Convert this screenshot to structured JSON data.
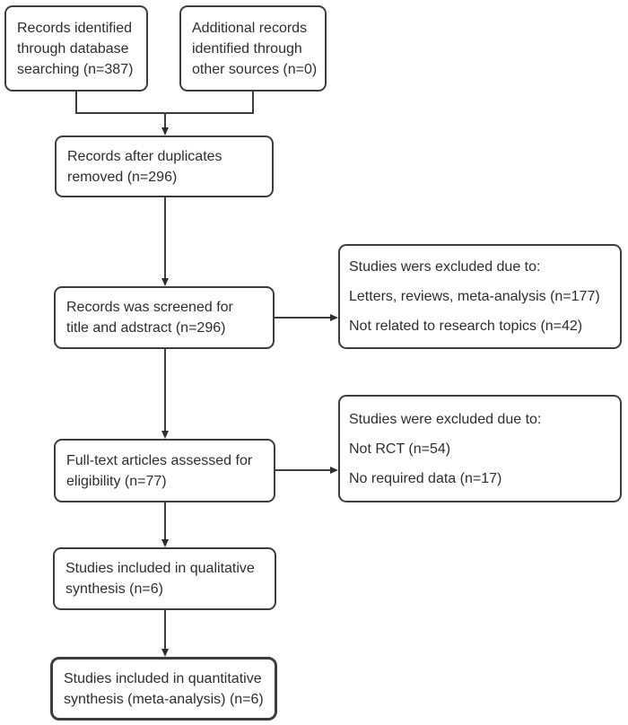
{
  "colors": {
    "background": "#ffffff",
    "border": "#3d3d3d",
    "text": "#2e2e2e",
    "connector": "#3d3d3d"
  },
  "nodes": {
    "identified_database": {
      "text": "Records identified through database searching (n=387)",
      "lines": [
        "Records identified",
        "through database",
        "searching (n=387)"
      ]
    },
    "additional_sources": {
      "text": "Additional records identified through other sources (n=0)",
      "lines": [
        "Additional records",
        "identified through",
        "other sources (n=0)"
      ]
    },
    "after_duplicates": {
      "text": "Records after duplicates removed (n=296)",
      "lines": [
        "Records after duplicates",
        "removed (n=296)"
      ]
    },
    "screened": {
      "text": "Records was screened for title and adstract (n=296)",
      "lines": [
        "Records was screened for",
        "title and adstract (n=296)"
      ]
    },
    "excluded_screening": {
      "text": "Studies wers excluded due to: Letters, reviews, meta-analysis (n=177) Not related to research topics (n=42)",
      "lines": [
        "Studies wers excluded due to:",
        "Letters, reviews, meta-analysis (n=177)",
        "Not related to research topics (n=42)"
      ]
    },
    "fulltext_assessed": {
      "text": "Full-text articles assessed for eligibility (n=77)",
      "lines": [
        "Full-text articles assessed for",
        "eligibility (n=77)"
      ]
    },
    "excluded_fulltext": {
      "text": "Studies were excluded due to: Not RCT (n=54) No required data (n=17)",
      "lines": [
        "Studies were excluded due to:",
        "Not RCT (n=54)",
        "No required data (n=17)"
      ]
    },
    "qualitative": {
      "text": "Studies included in qualitative synthesis (n=6)",
      "lines": [
        "Studies included in qualitative",
        "synthesis (n=6)"
      ]
    },
    "quantitative": {
      "text": "Studies included in quantitative synthesis (meta-analysis) (n=6)",
      "lines": [
        "Studies included in quantitative",
        "synthesis (meta-analysis) (n=6)"
      ]
    }
  }
}
